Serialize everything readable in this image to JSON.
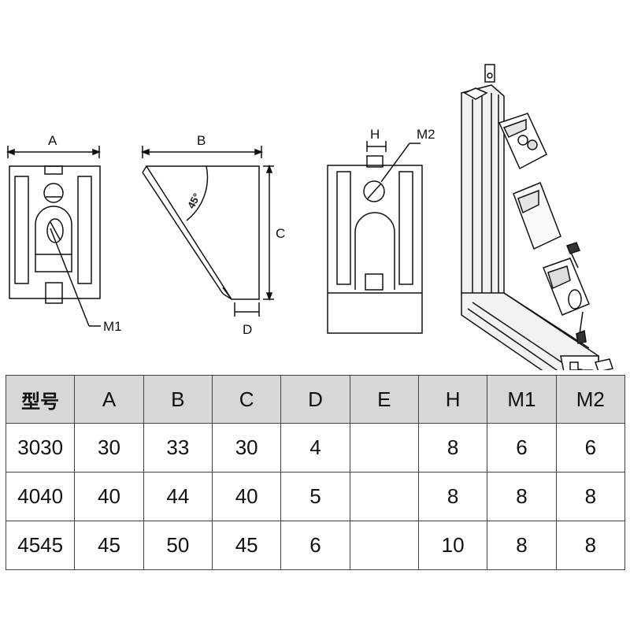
{
  "labels": {
    "a": "A",
    "b": "B",
    "c": "C",
    "d": "D",
    "h": "H",
    "m1": "M1",
    "m2": "M2",
    "angle": "45°"
  },
  "table": {
    "headers": [
      "型号",
      "A",
      "B",
      "C",
      "D",
      "E",
      "H",
      "M1",
      "M2"
    ],
    "rows": [
      [
        "3030",
        "30",
        "33",
        "30",
        "4",
        "",
        "8",
        "6",
        "6"
      ],
      [
        "4040",
        "40",
        "44",
        "40",
        "5",
        "",
        "8",
        "8",
        "8"
      ],
      [
        "4545",
        "45",
        "50",
        "45",
        "6",
        "",
        "10",
        "8",
        "8"
      ]
    ]
  }
}
